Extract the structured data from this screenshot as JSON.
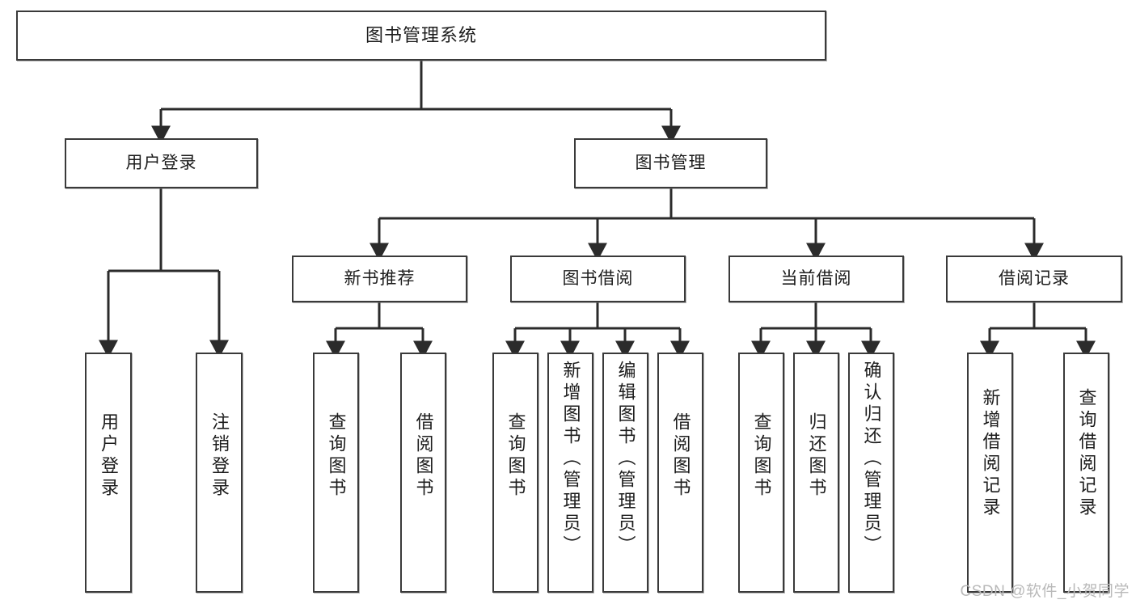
{
  "diagram": {
    "title": "图书管理系统",
    "type": "tree",
    "watermark": "CSDN @软件_小贺同学",
    "colors": {
      "box_border": "#3a3a3a",
      "box_fill": "#ffffff",
      "connector": "#2b2b2b",
      "watermark": "#b9b9b9"
    },
    "levels": {
      "level1": [
        {
          "id": "root",
          "label": "图书管理系统"
        }
      ],
      "level2": [
        {
          "id": "user-login",
          "label": "用户登录"
        },
        {
          "id": "book-manage",
          "label": "图书管理"
        }
      ],
      "level3": [
        {
          "id": "new-book-rec",
          "label": "新书推荐"
        },
        {
          "id": "book-borrow",
          "label": "图书借阅"
        },
        {
          "id": "current-borrow",
          "label": "当前借阅"
        },
        {
          "id": "borrow-record",
          "label": "借阅记录"
        }
      ],
      "level4": [
        {
          "id": "leaf-user-login",
          "label": "用户登录"
        },
        {
          "id": "leaf-logout",
          "label": "注销登录"
        },
        {
          "id": "leaf-query-book-1",
          "label": "查询图书"
        },
        {
          "id": "leaf-borrow-book-1",
          "label": "借阅图书"
        },
        {
          "id": "leaf-query-book-2",
          "label": "查询图书"
        },
        {
          "id": "leaf-add-book-admin",
          "label": "新增图书（管理员）"
        },
        {
          "id": "leaf-edit-book-admin",
          "label": "编辑图书（管理员）"
        },
        {
          "id": "leaf-borrow-book-2",
          "label": "借阅图书"
        },
        {
          "id": "leaf-query-book-3",
          "label": "查询图书"
        },
        {
          "id": "leaf-return-book",
          "label": "归还图书"
        },
        {
          "id": "leaf-confirm-return-admin",
          "label": "确认归还（管理员）"
        },
        {
          "id": "leaf-add-borrow-record",
          "label": "新增借阅记录"
        },
        {
          "id": "leaf-query-borrow-record",
          "label": "查询借阅记录"
        }
      ]
    },
    "edges": [
      {
        "from": "root",
        "to": "user-login"
      },
      {
        "from": "root",
        "to": "book-manage"
      },
      {
        "from": "user-login",
        "to": "leaf-user-login"
      },
      {
        "from": "user-login",
        "to": "leaf-logout"
      },
      {
        "from": "book-manage",
        "to": "new-book-rec"
      },
      {
        "from": "book-manage",
        "to": "book-borrow"
      },
      {
        "from": "book-manage",
        "to": "current-borrow"
      },
      {
        "from": "book-manage",
        "to": "borrow-record"
      },
      {
        "from": "new-book-rec",
        "to": "leaf-query-book-1"
      },
      {
        "from": "new-book-rec",
        "to": "leaf-borrow-book-1"
      },
      {
        "from": "book-borrow",
        "to": "leaf-query-book-2"
      },
      {
        "from": "book-borrow",
        "to": "leaf-add-book-admin"
      },
      {
        "from": "book-borrow",
        "to": "leaf-edit-book-admin"
      },
      {
        "from": "book-borrow",
        "to": "leaf-borrow-book-2"
      },
      {
        "from": "current-borrow",
        "to": "leaf-query-book-3"
      },
      {
        "from": "current-borrow",
        "to": "leaf-return-book"
      },
      {
        "from": "current-borrow",
        "to": "leaf-confirm-return-admin"
      },
      {
        "from": "borrow-record",
        "to": "leaf-add-borrow-record"
      },
      {
        "from": "borrow-record",
        "to": "leaf-query-borrow-record"
      }
    ]
  }
}
